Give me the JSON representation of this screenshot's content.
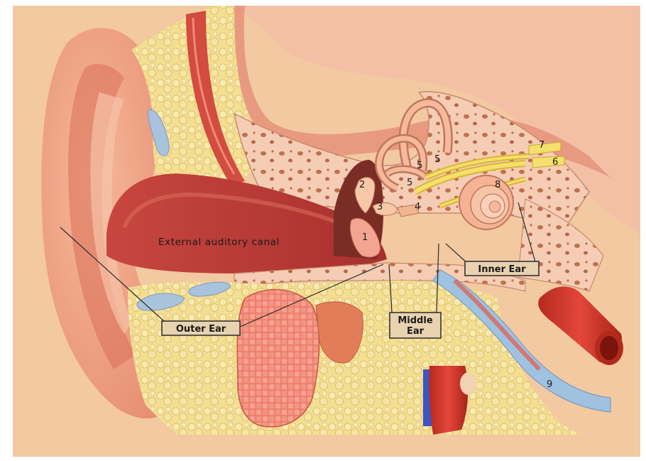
{
  "labels": {
    "canal": "External auditory canal",
    "outer": "Outer Ear",
    "middle_1": "Middle",
    "middle_2": "Ear",
    "inner": "Inner Ear"
  },
  "numbers": {
    "n1": "1",
    "n2": "2",
    "n3": "3",
    "n4": "4",
    "n5a": "5",
    "n5b": "5",
    "n5c": "5",
    "n6": "6",
    "n7": "7",
    "n8": "8",
    "n9": "9"
  },
  "colors": {
    "background": "#f2c9a0",
    "skin": "#f0a88a",
    "fat": "#f4df96",
    "bone": "#f3c9b0",
    "muscle": "#d9574a",
    "artery": "#d93c2b",
    "vein": "#4058c8",
    "label_box": "#e8d2b0"
  }
}
